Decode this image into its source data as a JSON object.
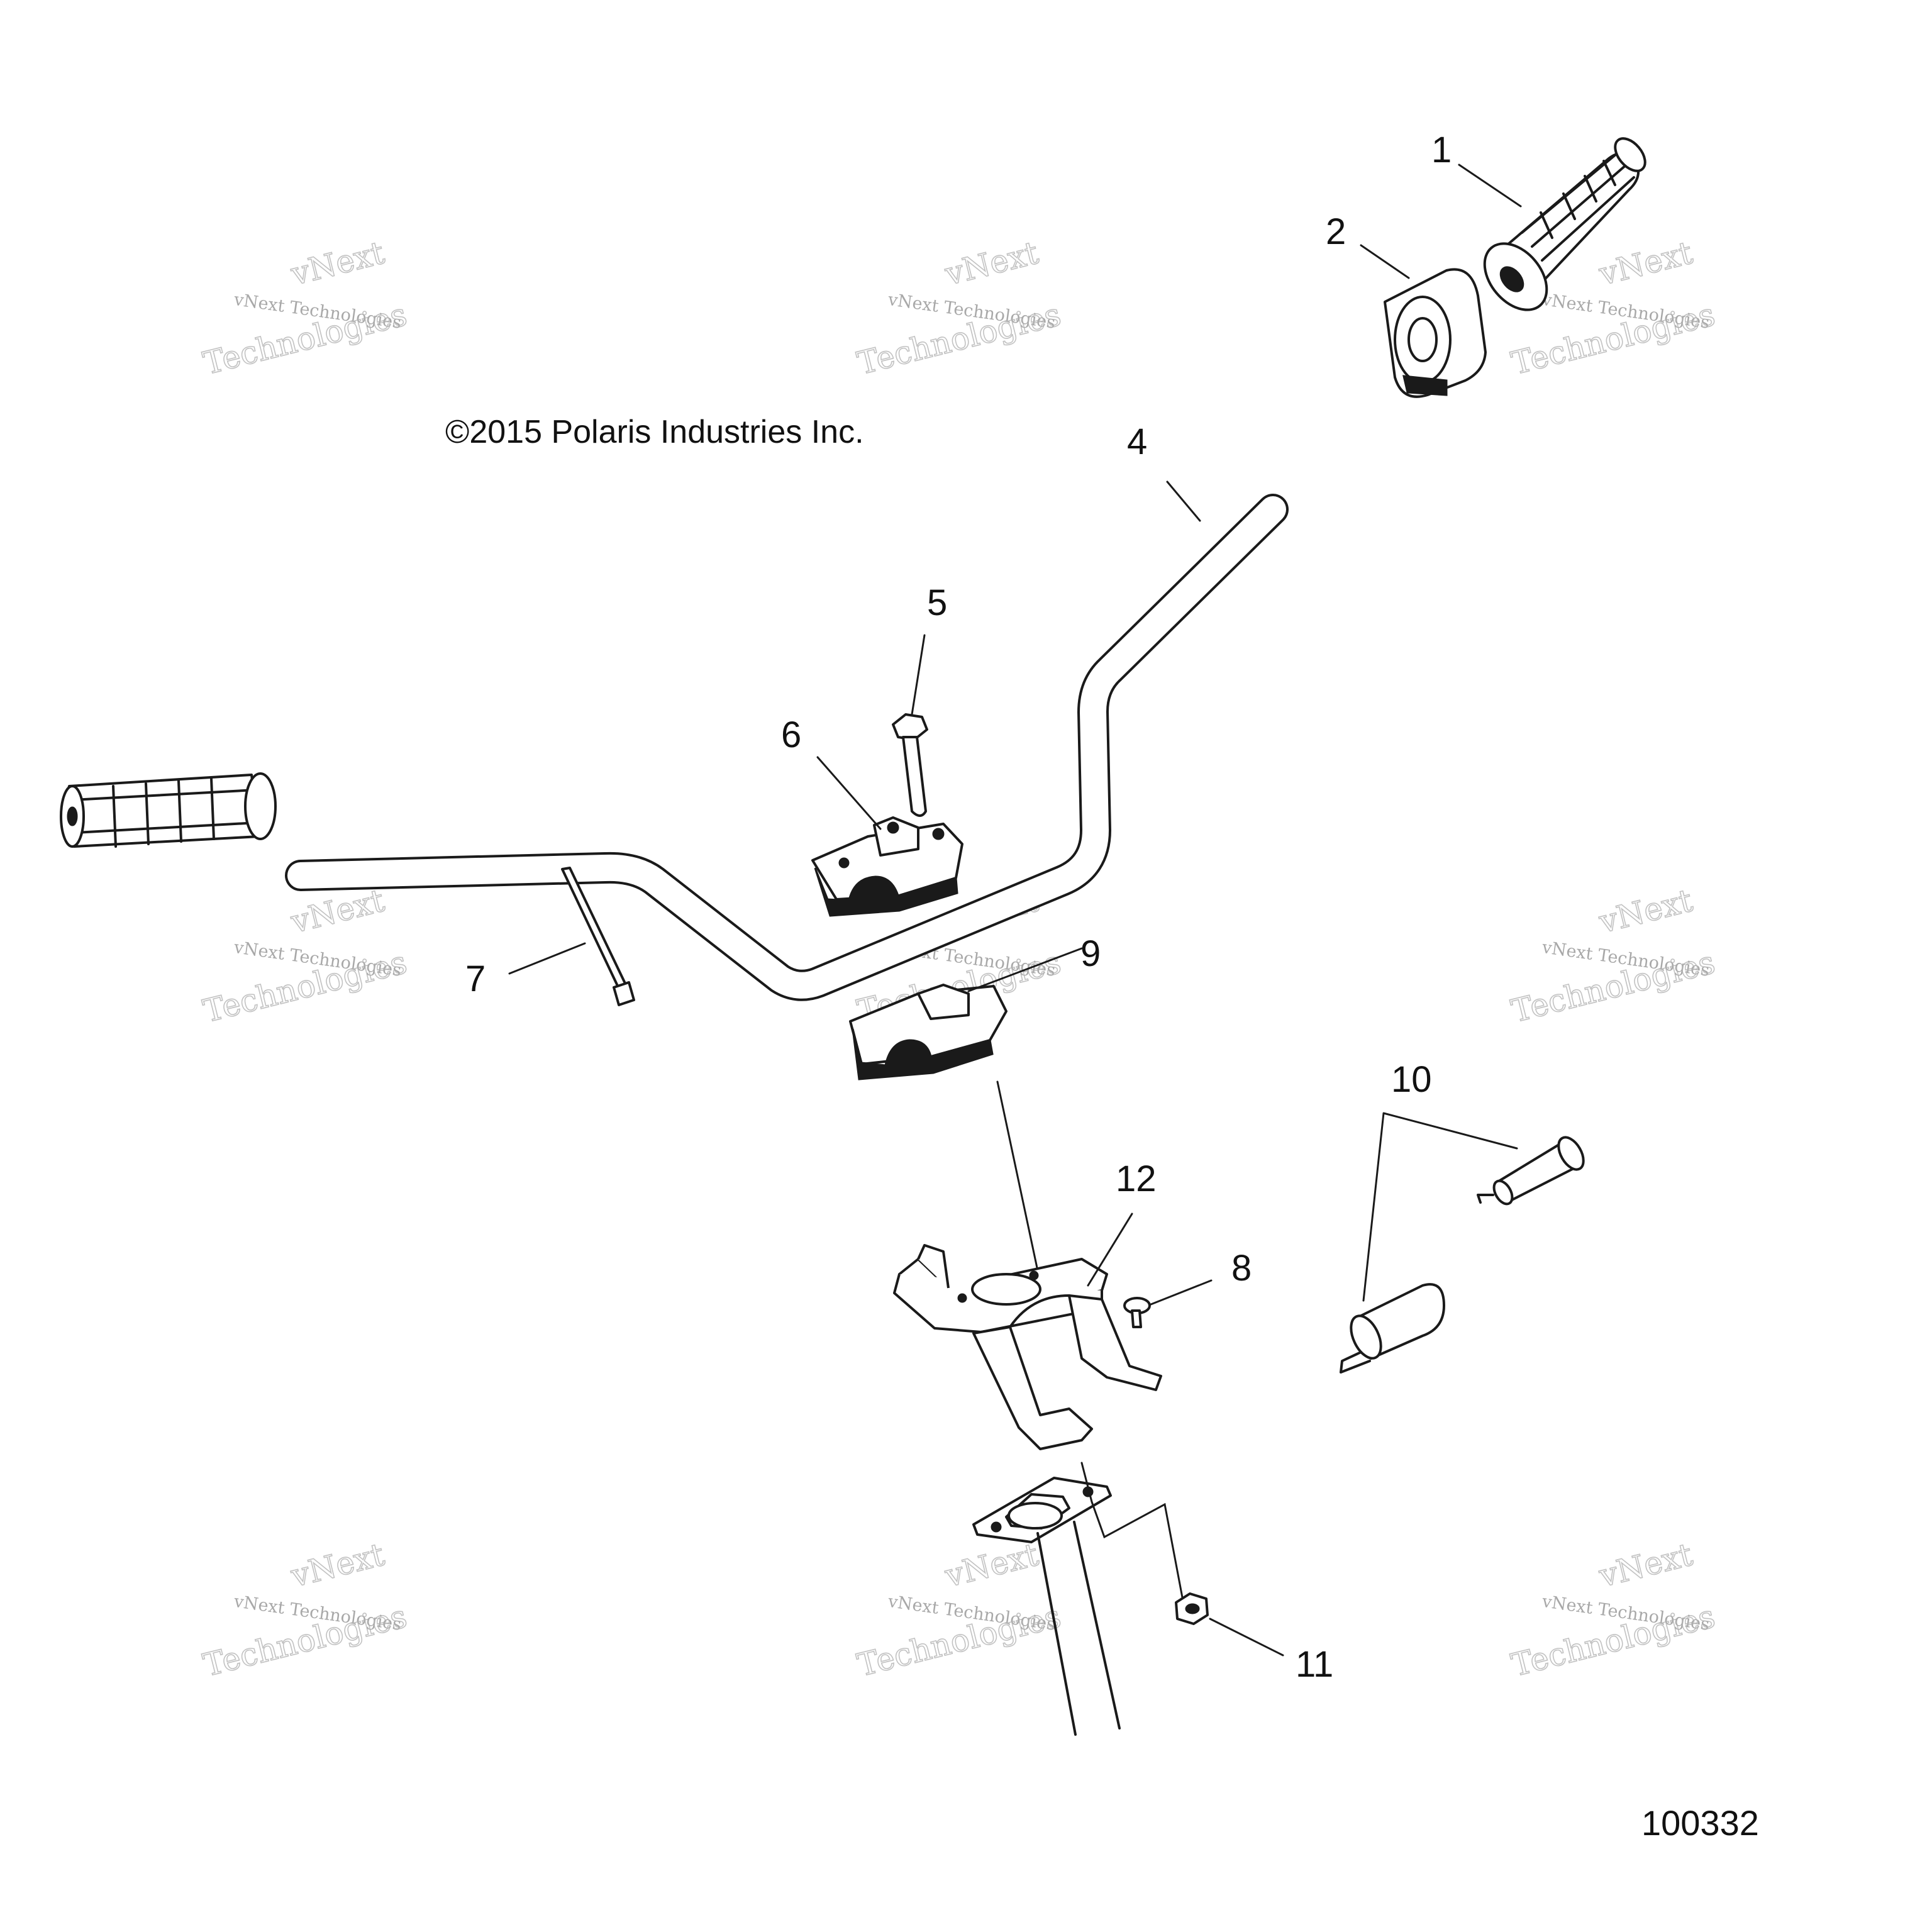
{
  "copyright": "©2015 Polaris Industries Inc.",
  "diagram_number": "100332",
  "watermark": {
    "line1": "vNext",
    "line2": "vNext Technologies",
    "line3": "Technologies"
  },
  "callouts": [
    {
      "id": "1",
      "label": "1"
    },
    {
      "id": "2",
      "label": "2"
    },
    {
      "id": "4",
      "label": "4"
    },
    {
      "id": "5",
      "label": "5"
    },
    {
      "id": "6",
      "label": "6"
    },
    {
      "id": "7",
      "label": "7"
    },
    {
      "id": "8",
      "label": "8"
    },
    {
      "id": "9",
      "label": "9"
    },
    {
      "id": "10",
      "label": "10"
    },
    {
      "id": "11",
      "label": "11"
    },
    {
      "id": "12",
      "label": "12"
    }
  ]
}
